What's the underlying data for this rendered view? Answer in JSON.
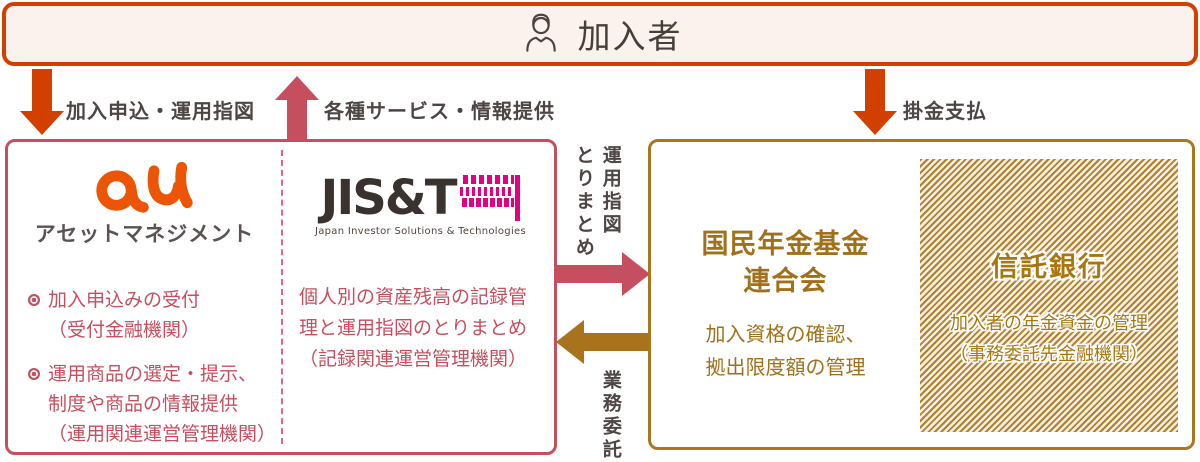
{
  "top_bar": {
    "label": "加入者"
  },
  "flow_labels": {
    "apply": "加入申込・運用指図",
    "services": "各種サービス・情報提供",
    "premium": "掛金支払",
    "instruction_col1": "運用指図",
    "instruction_col2": "とりまとめ",
    "outsourcing": "業務委託"
  },
  "left_box": {
    "au_section": {
      "logo_text": "au",
      "company_name": "アセットマネジメント",
      "bullets": [
        "加入申込みの受付\n（受付金融機関）",
        "運用商品の選定・提示、\n制度や商品の情報提供\n（運用関連運営管理機関）"
      ]
    },
    "jist_section": {
      "logo_text": "JIS&T",
      "logo_tagline": "Japan Investor Solutions & Technologies",
      "description": "個人別の資産残高の記録管\n理と運用指図のとりまとめ\n（記録関連運営管理機関）"
    }
  },
  "right_box": {
    "npfa": {
      "name": "国民年金基金\n連合会",
      "description": "加入資格の確認、\n拠出限度額の管理"
    },
    "trust_bank": {
      "name": "信託銀行",
      "description": "加入者の年金資金の管理\n（事務委託先金融機関）"
    }
  },
  "colors": {
    "orange": "#D24000",
    "pink": "#C64F5F",
    "gold": "#A8731C",
    "border_gold": "#A9771E",
    "magenta": "#E4007F",
    "au_orange": "#EB5505",
    "text_dark": "#4D4644",
    "cream": "#FBF2ED",
    "hatch_cream": "#F9EEDA"
  }
}
